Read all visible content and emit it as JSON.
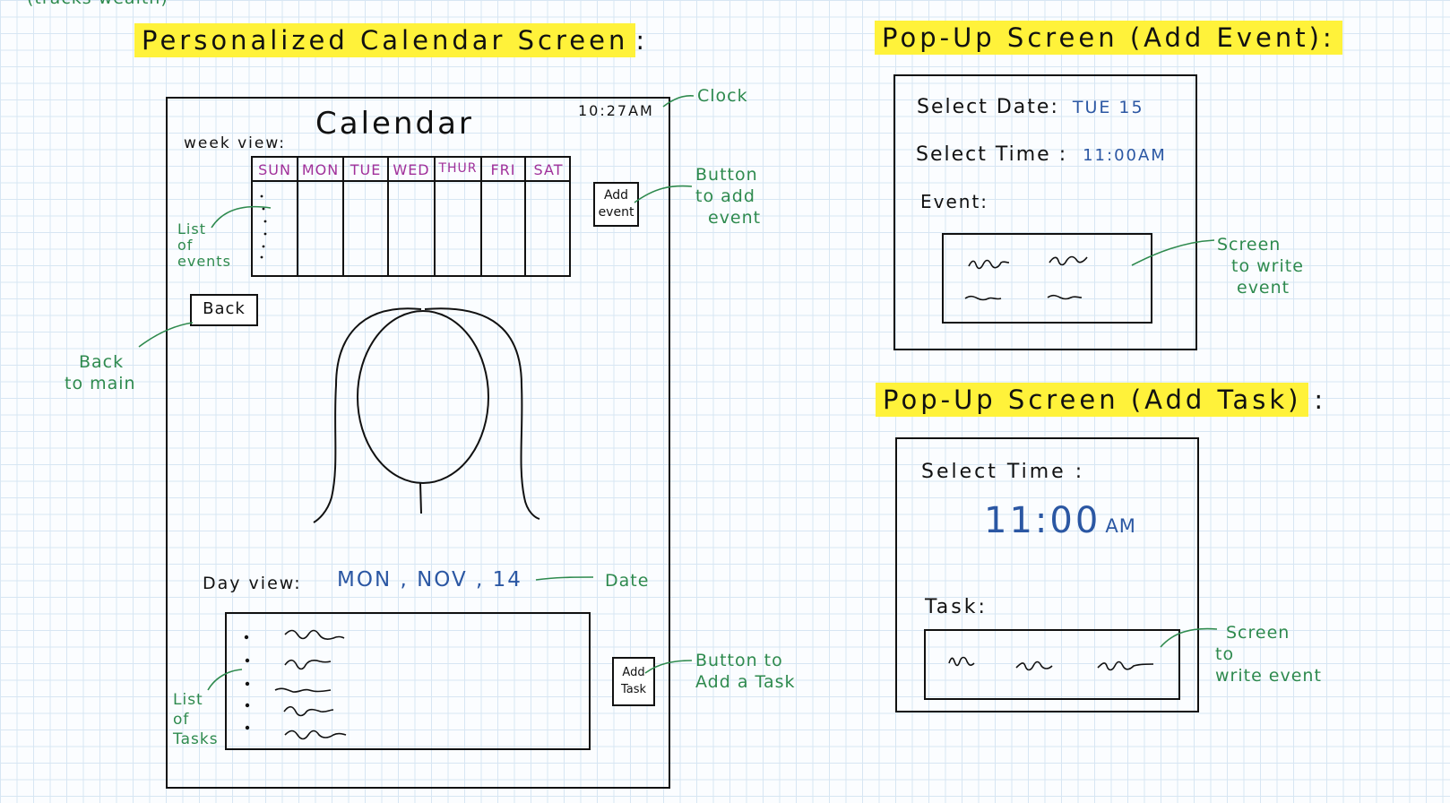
{
  "top_fragment": "(tracks wealth)",
  "calendar_section": {
    "heading": "Personalized Calendar Screen",
    "heading_colon": ":",
    "screen_title": "Calendar",
    "clock": "10:27AM",
    "week_view_label": "week view:",
    "days": [
      "SUN",
      "MON",
      "TUE",
      "WED",
      "THUR",
      "FRI",
      "SAT"
    ],
    "add_event_button": "Add event",
    "back_button": "Back",
    "day_view_label": "Day view:",
    "day_view_date": "MON , NOV , 14",
    "add_task_button": "Add Task"
  },
  "annotations": {
    "clock": "Clock",
    "add_event": [
      "Button",
      "to add",
      "event"
    ],
    "list_events": [
      "List",
      "of",
      "events"
    ],
    "back": [
      "Back",
      "to main"
    ],
    "date": "Date",
    "add_task": [
      "Button to",
      "Add a Task"
    ],
    "list_tasks": [
      "List",
      "of",
      "Tasks"
    ]
  },
  "add_event_popup": {
    "heading": "Pop-Up Screen (Add Event):",
    "select_date_label": "Select Date:",
    "select_date_value": "TUE 15",
    "select_time_label": "Select Time :",
    "select_time_value": "11:00AM",
    "event_label": "Event:",
    "annotation": [
      "Screen",
      "to write",
      "event"
    ]
  },
  "add_task_popup": {
    "heading": "Pop-Up Screen (Add Task)",
    "heading_colon": ":",
    "select_time_label": "Select Time :",
    "time_big": "11:00",
    "time_ampm": "AM",
    "task_label": "Task:",
    "annotation": [
      "Screen",
      "to",
      "write event"
    ]
  },
  "colors": {
    "highlight": "#fff23a",
    "annotation_green": "#2e8a4e",
    "value_blue": "#2b57a3",
    "day_purple": "#a0309a",
    "grid_line": "#d7e6f3"
  }
}
